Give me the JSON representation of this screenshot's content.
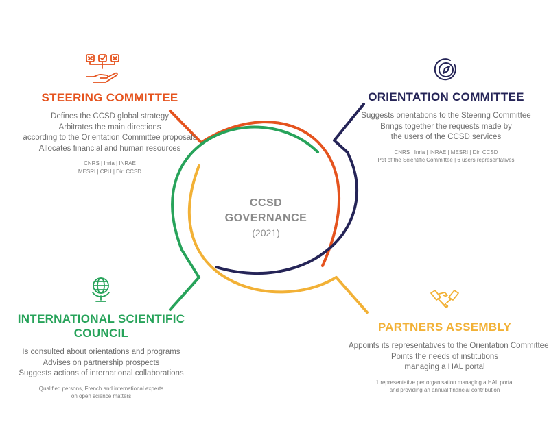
{
  "center": {
    "title_line1": "CCSD",
    "title_line2": "GOVERNANCE",
    "year": "(2021)"
  },
  "colors": {
    "steering": "#e5531e",
    "orientation": "#252457",
    "council": "#27a35a",
    "partners": "#f2b136",
    "text": "#707070"
  },
  "steering": {
    "icon": "vote-hand-icon",
    "title": "STEERING COMMITTEE",
    "lines": [
      "Defines the CCSD global strategy",
      "Arbitrates the main directions",
      "according to the Orientation Committee proposals",
      "Allocates financial and human resources"
    ],
    "members": [
      "CNRS | Inria | INRAE",
      "MESRI | CPU | Dir. CCSD"
    ]
  },
  "orientation": {
    "icon": "compass-icon",
    "title": "ORIENTATION COMMITTEE",
    "lines": [
      "Suggests orientations to the Steering Committee",
      "Brings together the requests made by",
      "the users of the CCSD services"
    ],
    "members": [
      "CNRS | Inria | INRAE | MESRI | Dir. CCSD",
      "Pdt of the Scientific Committee | 6 users representatives"
    ]
  },
  "council": {
    "icon": "globe-icon",
    "title_line1": "INTERNATIONAL SCIENTIFIC",
    "title_line2": "COUNCIL",
    "lines": [
      "Is consulted about orientations and programs",
      "Advises on partnership prospects",
      "Suggests actions of international collaborations"
    ],
    "members": [
      "Qualified persons, French and international experts",
      "on open science matters"
    ]
  },
  "partners": {
    "icon": "handshake-icon",
    "title": "PARTNERS ASSEMBLY",
    "lines": [
      "Appoints its representatives to the Orientation Committee",
      "Points the needs of institutions",
      "managing a HAL portal"
    ],
    "members": [
      "1 representative per organisation managing a HAL portal",
      "and providing an annual financial contribution"
    ]
  }
}
